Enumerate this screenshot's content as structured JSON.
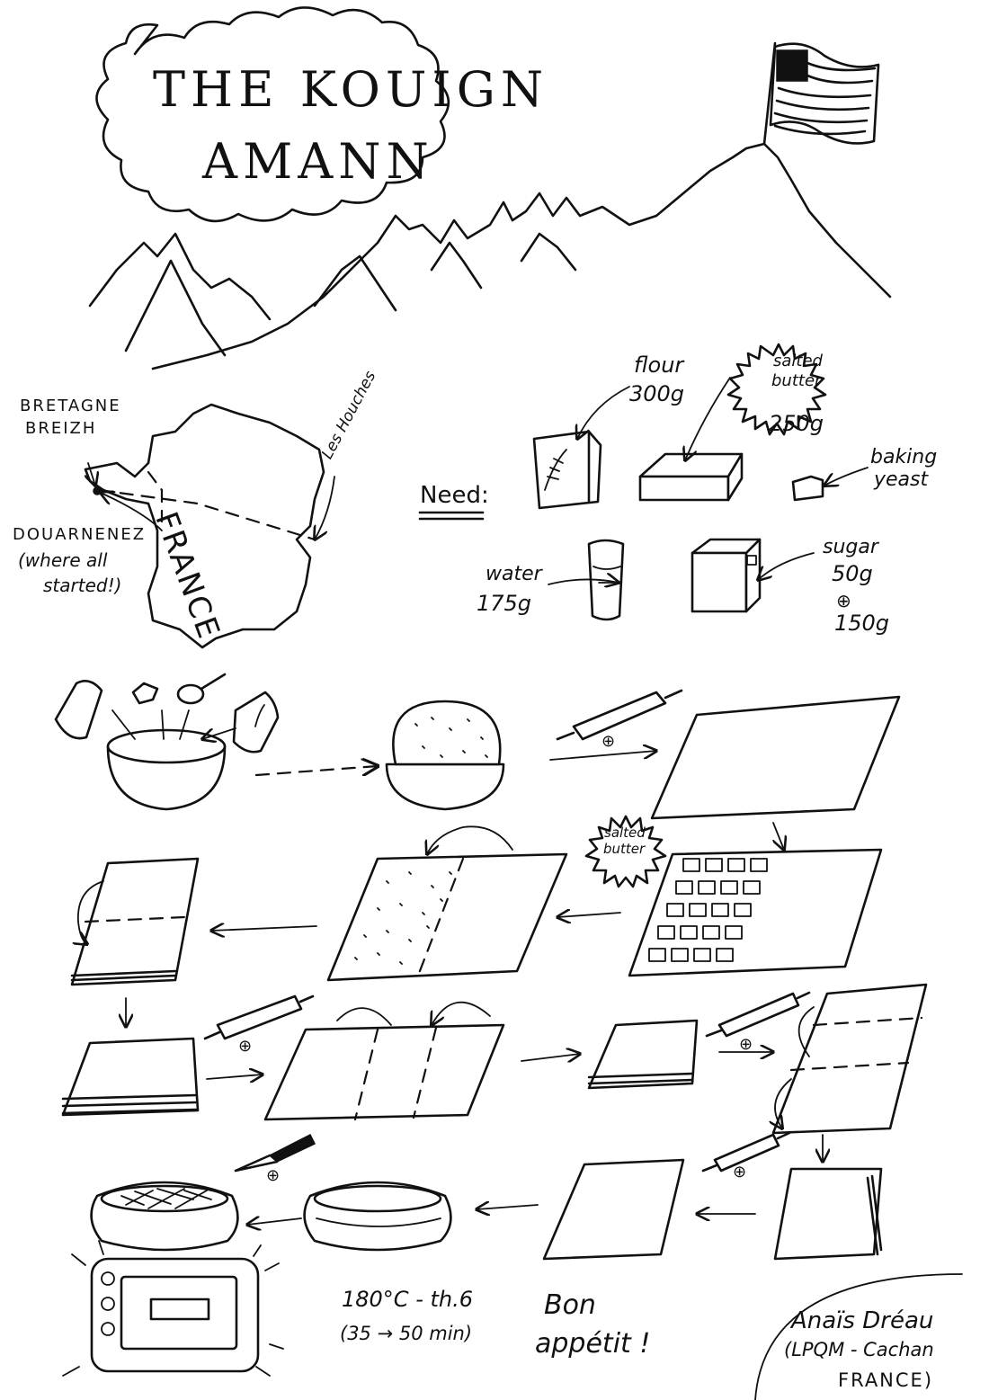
{
  "title": {
    "line1": "THE KOUIGN",
    "line2": "AMANN"
  },
  "map": {
    "region1": "BRETAGNE",
    "region2": "BREIZH",
    "country": "FRANCE",
    "town_top": "Les Houches",
    "town_origin": "DOUARNENEZ",
    "origin_note_1": "(where all",
    "origin_note_2": "started!)"
  },
  "ingredients": {
    "heading": "Need:",
    "flour": {
      "name": "flour",
      "qty": "300g"
    },
    "butter": {
      "name1": "salted",
      "name2": "butter",
      "qty": "250g"
    },
    "yeast": {
      "name1": "baking",
      "name2": "yeast"
    },
    "water": {
      "name": "water",
      "qty": "175g"
    },
    "sugar": {
      "name": "sugar",
      "qty1": "50g",
      "plus": "⊕",
      "qty2": "150g"
    }
  },
  "steps": {
    "plus_symbol": "⊕",
    "butter_label_1": "salted",
    "butter_label_2": "butter"
  },
  "bake": {
    "temp": "180°C - th.6",
    "time": "(35 → 50 min)",
    "closing_1": "Bon",
    "closing_2": "appétit !"
  },
  "signature": {
    "name": "Anaïs Dréau",
    "school": "(LPQM - Cachan",
    "country": "FRANCE)"
  }
}
